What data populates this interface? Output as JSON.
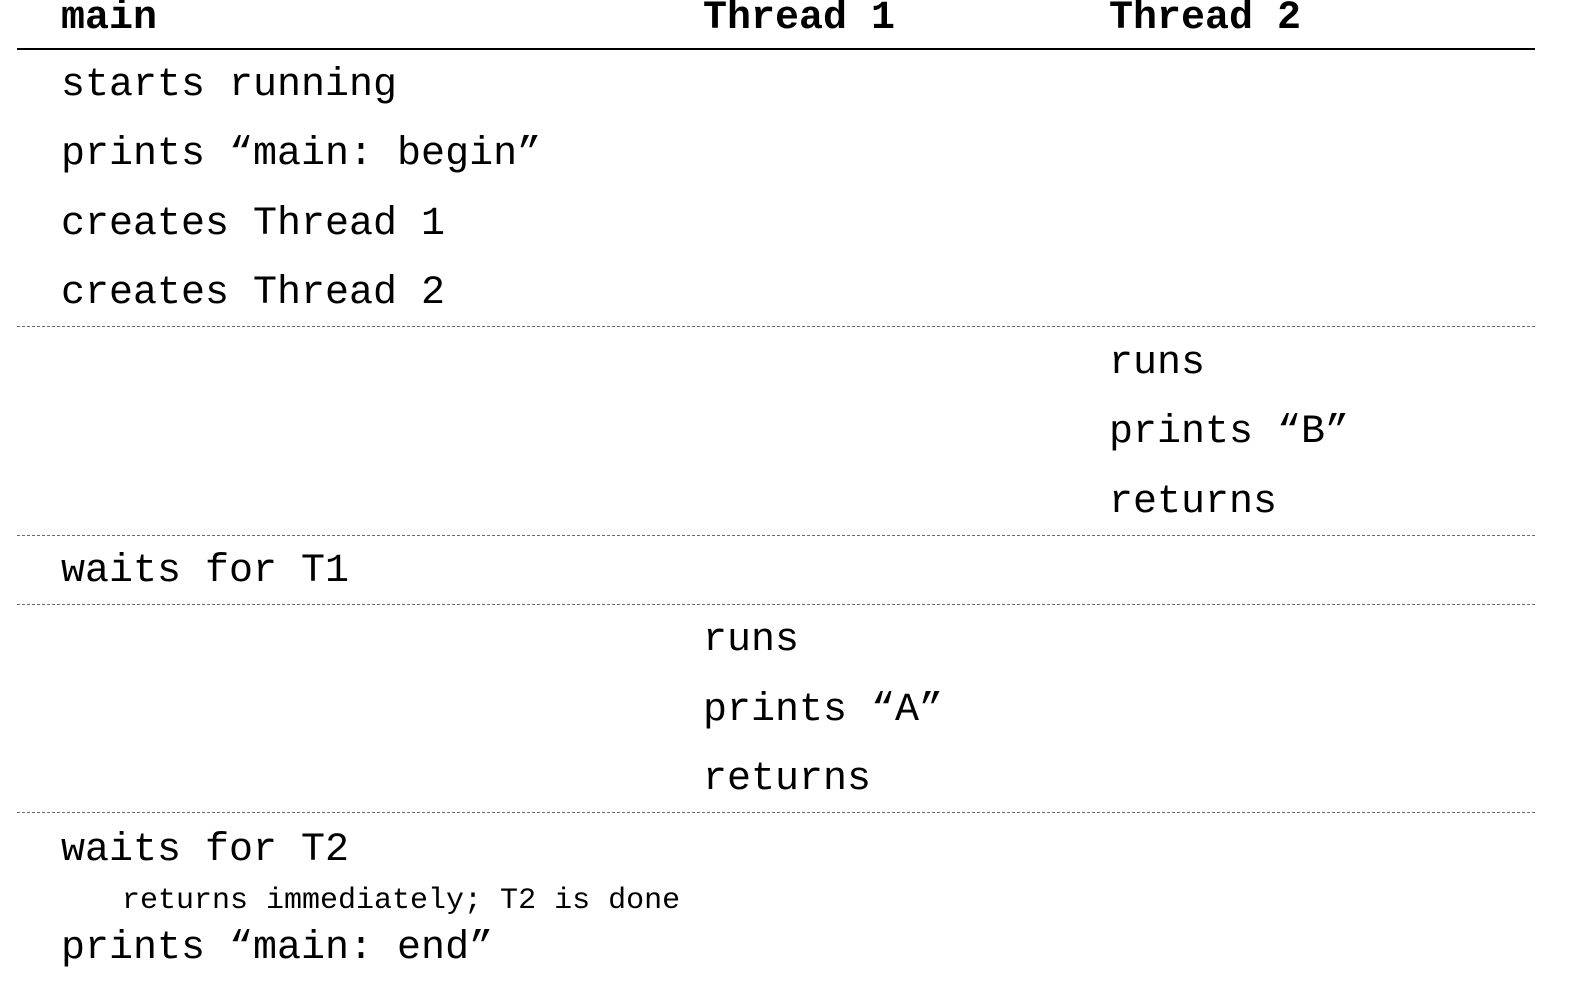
{
  "header": {
    "col_main": "main",
    "col_thread1": "Thread 1",
    "col_thread2": "Thread 2"
  },
  "rows": {
    "main_starts": "starts running",
    "main_prints_begin": "prints “main: begin”",
    "main_creates_t1": "creates Thread 1",
    "main_creates_t2": "creates Thread 2",
    "t2_runs": "runs",
    "t2_prints": "prints “B”",
    "t2_returns": "returns",
    "main_waits_t1": "waits for T1",
    "t1_runs": "runs",
    "t1_prints": "prints “A”",
    "t1_returns": "returns",
    "main_waits_t2": "waits for T2",
    "main_waits_t2_note": "returns immediately; T2 is done",
    "main_prints_end": "prints “main: end”"
  }
}
